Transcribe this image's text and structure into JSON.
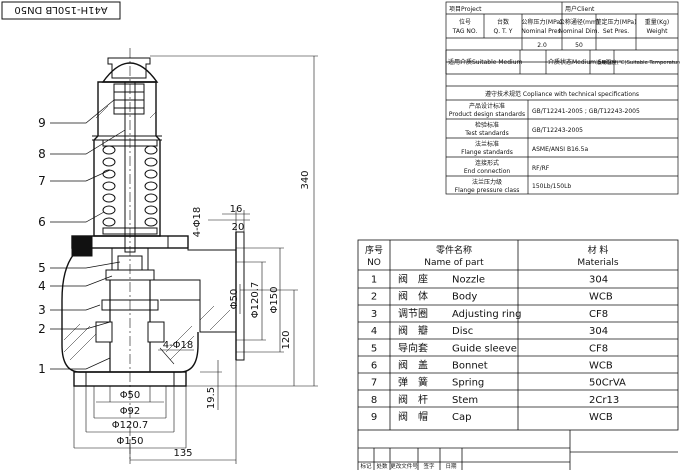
{
  "stamp": "A41H-150LB DN50",
  "callouts": [
    "9",
    "8",
    "7",
    "6",
    "5",
    "4",
    "3",
    "2",
    "1"
  ],
  "dimensions": {
    "height_total": "340",
    "height_lower": "120",
    "bolt_top": "4-Φ18",
    "flange_t16": "16",
    "flange_t20": "20",
    "phi50_side": "Φ50",
    "phi1207_side": "Φ120.7",
    "phi150_side": "Φ150",
    "bolt_bottom": "4-Φ18",
    "t19_5": "19.5",
    "phi50_bot": "Φ50",
    "phi92": "Φ92",
    "phi1207_bot": "Φ120.7",
    "phi150_bot": "Φ150",
    "len135": "135"
  },
  "spec_table": {
    "project": "项目Project",
    "client": "用户Client",
    "headers": [
      {
        "cn": "位号",
        "en": "TAG NO."
      },
      {
        "cn": "台数",
        "en": "Q. T. Y"
      },
      {
        "cn": "公称压力(MPa)",
        "en": "Nominal Pres."
      },
      {
        "cn": "公称通径(mm)",
        "en": "Nominal Dim."
      },
      {
        "cn": "整定压力(MPa)",
        "en": "Set Pres."
      },
      {
        "cn": "重量(Kg)",
        "en": "Weight"
      }
    ],
    "values": [
      "",
      "",
      "2.0",
      "50",
      "",
      ""
    ],
    "medium_row": [
      "适用介质Suitable Medium",
      "",
      "介质状态Medium Suite",
      "",
      "适用温度(℃)Suitable Temperature",
      ""
    ],
    "compliance": "遵守技术规范 Copliance with technical specifications",
    "rows": [
      {
        "cn": "产品设计标准",
        "en": "Product design standards",
        "value": "GB/T12241-2005 ; GB/T12243-2005"
      },
      {
        "cn": "检验标准",
        "en": "Test standards",
        "value": "GB/T12243-2005"
      },
      {
        "cn": "法兰标准",
        "en": "Flange standards",
        "value": "ASME/ANSI B16.5a"
      },
      {
        "cn": "连接形式",
        "en": "End connection",
        "value": "RF/RF"
      },
      {
        "cn": "法兰压力级",
        "en": "Flange pressure class",
        "value": "150Lb/150Lb"
      }
    ]
  },
  "parts_table": {
    "headers": {
      "no_cn": "序号",
      "no_en": "NO",
      "name_cn": "零件名称",
      "name_en": "Name of part",
      "mat_cn": "材 料",
      "mat_en": "Materials"
    },
    "rows": [
      {
        "no": "1",
        "cn": "阀　座",
        "en": "Nozzle",
        "mat": "304"
      },
      {
        "no": "2",
        "cn": "阀　体",
        "en": "Body",
        "mat": "WCB"
      },
      {
        "no": "3",
        "cn": "调节圈",
        "en": "Adjusting ring",
        "mat": "CF8"
      },
      {
        "no": "4",
        "cn": "阀　瓣",
        "en": "Disc",
        "mat": "304"
      },
      {
        "no": "5",
        "cn": "导向套",
        "en": "Guide sleeve",
        "mat": "CF8"
      },
      {
        "no": "6",
        "cn": "阀　盖",
        "en": "Bonnet",
        "mat": "WCB"
      },
      {
        "no": "7",
        "cn": "弹　簧",
        "en": "Spring",
        "mat": "50CrVA"
      },
      {
        "no": "8",
        "cn": "阀　杆",
        "en": "Stem",
        "mat": "2Cr13"
      },
      {
        "no": "9",
        "cn": "阀　帽",
        "en": "Cap",
        "mat": "WCB"
      }
    ]
  },
  "title_block": [
    "标记",
    "处数",
    "更改文件号",
    "签字",
    "日期"
  ]
}
